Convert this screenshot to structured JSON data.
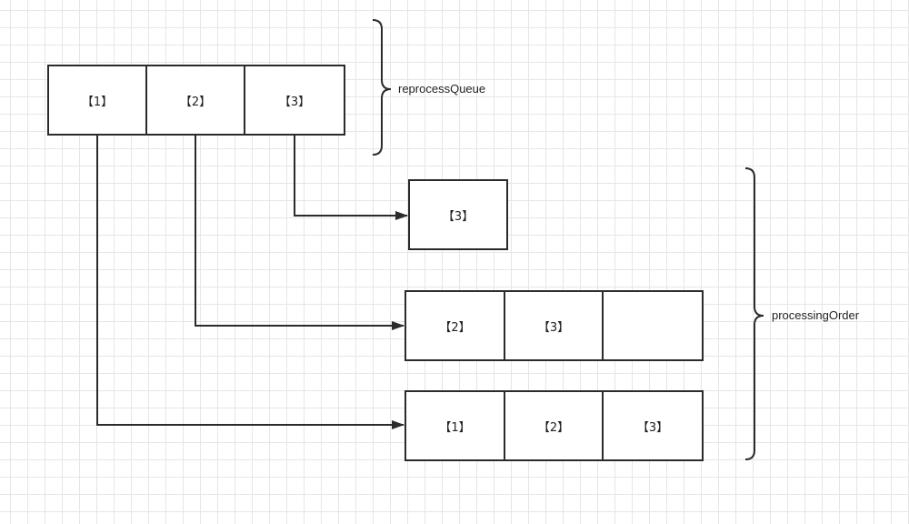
{
  "reprocess_queue": {
    "label": "reprocessQueue",
    "cells": [
      "【1】",
      "【2】",
      "【3】"
    ]
  },
  "processing_order": {
    "label": "processingOrder",
    "rows": [
      {
        "cells": [
          "【3】"
        ]
      },
      {
        "cells": [
          "【2】",
          "【3】",
          ""
        ]
      },
      {
        "cells": [
          "【1】",
          "【2】",
          "【3】"
        ]
      }
    ]
  },
  "colors": {
    "stroke": "#2b2b2b",
    "grid": "#e6e6e6",
    "background": "#ffffff"
  }
}
